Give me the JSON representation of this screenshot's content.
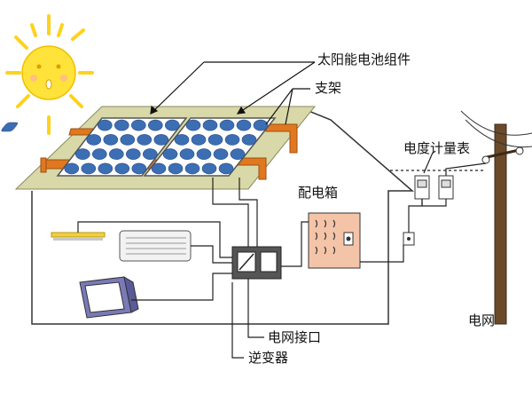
{
  "labels": {
    "solar_module": "太阳能电池组件",
    "bracket": "支架",
    "meter": "电度计量表",
    "distribution_box": "配电箱",
    "grid_interface": "电网接口",
    "inverter": "逆变器",
    "grid": "电网"
  },
  "colors": {
    "sun": "#ffe23a",
    "sun_rays": "#ffd21a",
    "roof": "#d8d8a8",
    "panel_frame": "#ffffff",
    "cell": "#3c6eb4",
    "bracket": "#e07820",
    "distribution_box": "#f4c4a8",
    "inverter": "#555555",
    "tv": "#7a7ab8",
    "lamp": "#f0d040",
    "pole": "#6b4a2a",
    "wire": "#222222"
  }
}
